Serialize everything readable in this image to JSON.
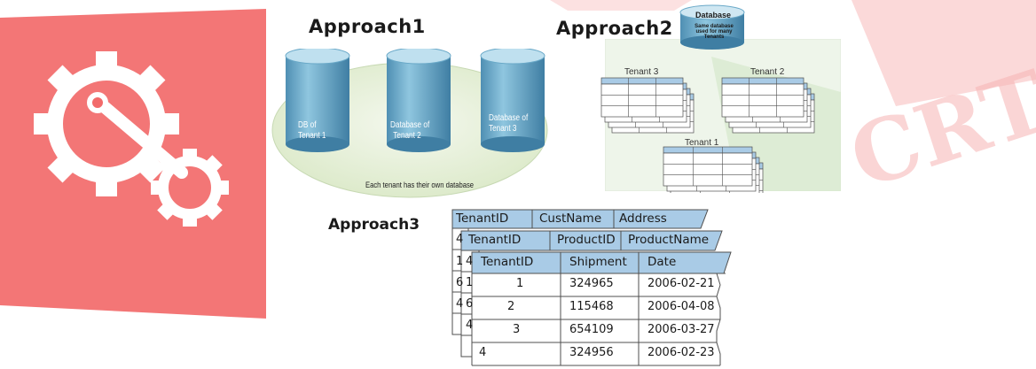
{
  "colors": {
    "watermark": "#f26a6a",
    "cylinder_body": "#6aa9c8",
    "cylinder_top": "#b8dced",
    "ellipse_fill": "#e8f1dc",
    "table_header": "#a9cbe6",
    "panel_bg": "#eef5ea"
  },
  "approach1": {
    "title": "Approach1",
    "databases": [
      {
        "line1": "DB of",
        "line2": "Tenant 1"
      },
      {
        "line1": "Database of",
        "line2": "Tenant 2"
      },
      {
        "line1": "Database of",
        "line2": "Tenant 3"
      }
    ],
    "caption": "Each tenant has their own database"
  },
  "approach2": {
    "title": "Approach2",
    "database_label": "Database",
    "database_note": "Same database used for many Tenants",
    "tenants": [
      "Tenant 3",
      "Tenant 2",
      "Tenant 1"
    ]
  },
  "approach3": {
    "title": "Approach3",
    "table1_headers": [
      "TenantID",
      "CustName",
      "Address"
    ],
    "table1_first_col": [
      "4",
      "1",
      "6",
      "4"
    ],
    "table2_headers": [
      "TenantID",
      "ProductID",
      "ProductName"
    ],
    "table2_first_col": [
      "4",
      "1",
      "6",
      "4"
    ],
    "table3_headers": [
      "TenantID",
      "Shipment",
      "Date"
    ],
    "table3_rows": [
      [
        "1",
        "324965",
        "2006-02-21"
      ],
      [
        "2",
        "115468",
        "2006-04-08"
      ],
      [
        "3",
        "654109",
        "2006-03-27"
      ],
      [
        "4",
        "324956",
        "2006-02-23"
      ]
    ]
  },
  "watermark_text": "CRT"
}
